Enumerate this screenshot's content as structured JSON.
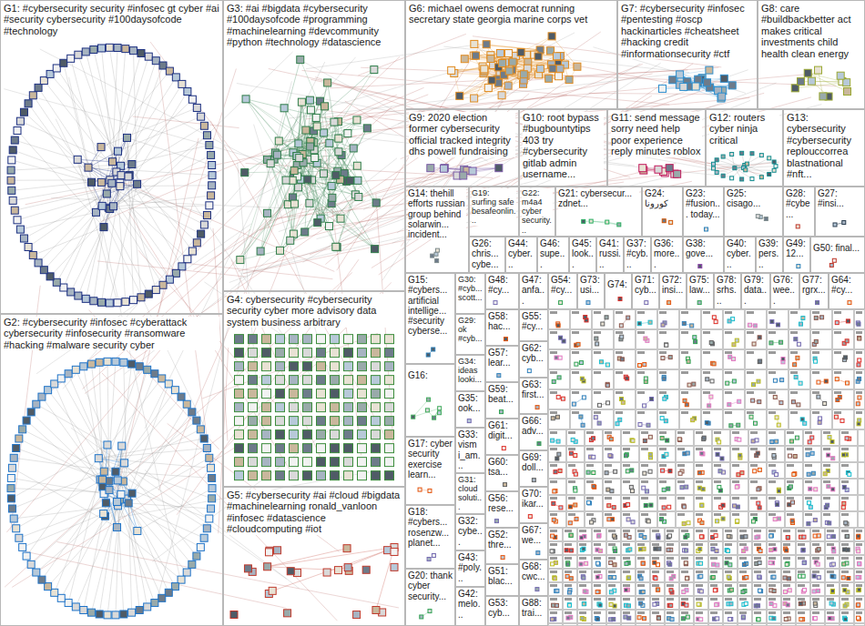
{
  "diagram": {
    "nodes": [
      {
        "text": [
          "G1: #cybersecurity security #infosec gt cyber #ai #security cybersecurity #100daysofcode #technology"
        ]
      },
      {
        "text": [
          "G3: #ai #bigdata #cybersecurity #100daysofcode #programming #machinelearning #devcommunity #python #technology #datascience"
        ]
      },
      {
        "text": [
          "G6: michael owens democrat running secretary state georgia marine corps vet"
        ]
      },
      {
        "text": [
          "G7: #cybersecurity #infosec #pentesting #oscp hackinarticles #cheatsheet #hacking credit #informationsecurity #ctf"
        ]
      },
      {
        "text": [
          "G8: care #buildbackbetter act makes critical investments child health clean energy"
        ]
      },
      {
        "text": [
          "G9: 2020 election former cybersecurity official tracked integrity dhs powell fundraising"
        ]
      },
      {
        "text": [
          "G10: root bypass #bugbountytips 403 try #cybersecurity gitlab admin username..."
        ]
      },
      {
        "text": [
          "G11: send message sorry need help poor experience reply minutes roblox"
        ]
      },
      {
        "text": [
          "G12: routers cyber ninja critical"
        ]
      },
      {
        "text": [
          "G13: cybersecurity #cybersecurity replouccorrea blastnational #nft..."
        ]
      },
      {
        "text": [
          "G2: #cybersecurity #infosec #cyberattack cybersecurity #infosecurity #ransomware #hacking #malware security cyber"
        ]
      },
      {
        "text": [
          "G4: cybersecurity #cybersecurity security cyber more advisory data system business arbitrary"
        ]
      },
      {
        "text": [
          "G5: #cybersecurity #ai #cloud #bigdata #machinelearning ronald_vanloon #infosec #datascience #cloudcomputing #iot"
        ]
      },
      {
        "text": [
          "G14: thehill efforts russian group behind solarwin... incident..."
        ]
      },
      {
        "text": [
          "G19: surfing safe besafeonlin..."
        ]
      },
      {
        "text": [
          "G22: m4a4 cyber security..."
        ]
      },
      {
        "text": [
          "G21: cybersecur... zdnet..."
        ]
      },
      {
        "text": [
          "G24: كورونا"
        ]
      },
      {
        "text": [
          "G23: #fusion... today..."
        ]
      },
      {
        "text": [
          "G25: cisago..."
        ]
      },
      {
        "text": [
          "G28: #cybe..."
        ]
      },
      {
        "text": [
          "G27: #insi..."
        ]
      },
      {
        "text": [
          "G26: chris... cybe..."
        ]
      },
      {
        "text": [
          "G44: cyber..."
        ]
      },
      {
        "text": [
          "G46: supe..."
        ]
      },
      {
        "text": [
          "G45: look..."
        ]
      },
      {
        "text": [
          "G41: russi..."
        ]
      },
      {
        "text": [
          "G37: #cyb..."
        ]
      },
      {
        "text": [
          "G36: more..."
        ]
      },
      {
        "text": [
          "G38: gove..."
        ]
      },
      {
        "text": [
          "G40: cyber..."
        ]
      },
      {
        "text": [
          "G39: pers..."
        ]
      },
      {
        "text": [
          "G49: 12..."
        ]
      },
      {
        "text": [
          "G50: final..."
        ]
      },
      {
        "text": [
          "G15: #cybers... artificial intellige... #security cyberse..."
        ]
      },
      {
        "text": [
          "G16:"
        ]
      },
      {
        "text": [
          "G17: cyber security exercise learn..."
        ]
      },
      {
        "text": [
          "G18: #cybers... rosenzw... planet..."
        ]
      },
      {
        "text": [
          "G20: thank cyber security..."
        ]
      },
      {
        "text": [
          "G30: #cyb... scott..."
        ]
      },
      {
        "text": [
          "G29: ok #cyb..."
        ]
      },
      {
        "text": [
          "G34: ideas looki..."
        ]
      },
      {
        "text": [
          "G35: ook..."
        ]
      },
      {
        "text": [
          "G33: vism i_am..."
        ]
      },
      {
        "text": [
          "G31: cloud soluti..."
        ]
      },
      {
        "text": [
          "G32: cybe..."
        ]
      },
      {
        "text": [
          "G43: #poly..."
        ]
      },
      {
        "text": [
          "G42: melo..."
        ]
      },
      {
        "text": [
          "G48: #cy..."
        ]
      },
      {
        "text": [
          "G58: hac..."
        ]
      },
      {
        "text": [
          "G57: lear..."
        ]
      },
      {
        "text": [
          "G59: beat..."
        ]
      },
      {
        "text": [
          "G61: digit..."
        ]
      },
      {
        "text": [
          "G60: tsa..."
        ]
      },
      {
        "text": [
          "G56: rese..."
        ]
      },
      {
        "text": [
          "G52: thre..."
        ]
      },
      {
        "text": [
          "G51: blac..."
        ]
      },
      {
        "text": [
          "G53: cyb..."
        ]
      },
      {
        "text": [
          "G47: anfa..."
        ]
      },
      {
        "text": [
          "G55: #cy..."
        ]
      },
      {
        "text": [
          "G62: cyb..."
        ]
      },
      {
        "text": [
          "G63: first..."
        ]
      },
      {
        "text": [
          "G66: adv..."
        ]
      },
      {
        "text": [
          "G69: doll..."
        ]
      },
      {
        "text": [
          "G70: ikar..."
        ]
      },
      {
        "text": [
          "G67: we..."
        ]
      },
      {
        "text": [
          "G68: cwc..."
        ]
      },
      {
        "text": [
          "G88: trai..."
        ]
      },
      {
        "text": [
          "G54: #cy..."
        ]
      },
      {
        "text": [
          "G73: usi..."
        ]
      },
      {
        "text": [
          "G74:"
        ]
      },
      {
        "text": [
          "G71: cyb..."
        ]
      },
      {
        "text": [
          "G72: insi..."
        ]
      },
      {
        "text": [
          "G75: law..."
        ]
      },
      {
        "text": [
          "G78: srhs..."
        ]
      },
      {
        "text": [
          "G79: data..."
        ]
      },
      {
        "text": [
          "G76: wee..."
        ]
      },
      {
        "text": [
          "G77: rgrx..."
        ]
      },
      {
        "text": [
          "G64: #cy..."
        ]
      }
    ]
  }
}
